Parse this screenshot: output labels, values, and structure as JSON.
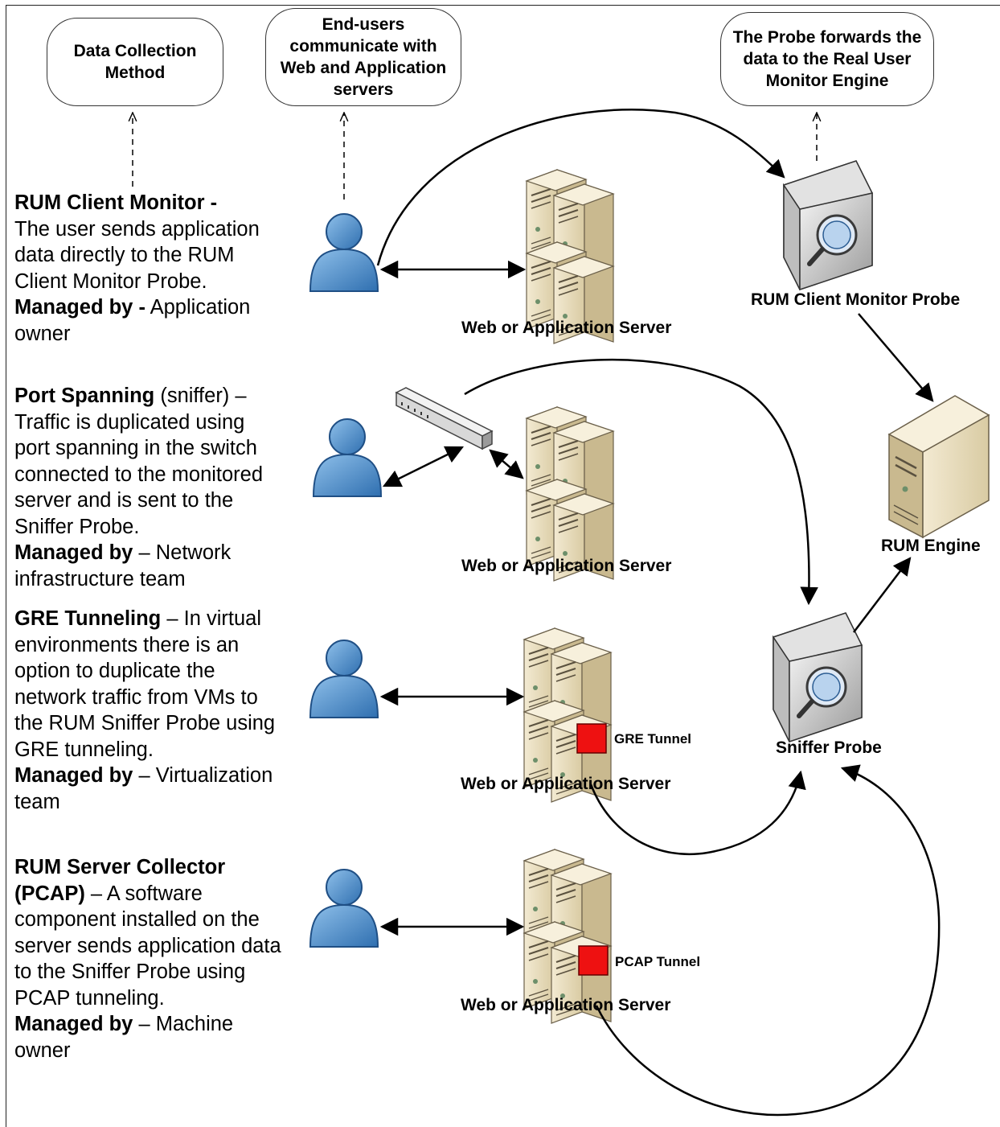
{
  "callouts": {
    "method": "Data Collection Method",
    "end_users": "End-users communicate with Web and Application servers",
    "probe_forwards": "The Probe forwards the data to the Real User Monitor Engine"
  },
  "methods": [
    {
      "title": "RUM Client Monitor -",
      "title_suffix": "",
      "body": "The user sends application data directly to the RUM Client Monitor Probe.",
      "managed_label": "Managed by -",
      "managed_value": "  Application owner"
    },
    {
      "title": "Port Spanning",
      "title_suffix": " (sniffer) –",
      "body": "Traffic is duplicated using port spanning in the switch connected to the monitored server and is sent to the Sniffer Probe.",
      "managed_label": "Managed by",
      "managed_value": " – Network infrastructure team"
    },
    {
      "title": "GRE Tunneling",
      "title_suffix": " – In virtual environments there is an option to duplicate the network traffic from VMs to the RUM Sniffer Probe using GRE tunneling.",
      "body": "",
      "managed_label": "Managed by",
      "managed_value": " – Virtualization team"
    },
    {
      "title": "RUM Server Collector (PCAP)",
      "title_suffix": "  – A software component installed on the server sends application data to the Sniffer Probe using PCAP tunneling.",
      "body": "",
      "managed_label": "Managed by",
      "managed_value": " – Machine owner"
    }
  ],
  "labels": {
    "server_1": "Web or Application Server",
    "server_2": "Web or Application Server",
    "server_3": "Web or Application Server",
    "server_4": "Web or Application Server",
    "client_probe": "RUM Client Monitor Probe",
    "engine": "RUM Engine",
    "sniffer_probe": "Sniffer Probe",
    "gre_tunnel": "GRE Tunnel",
    "pcap_tunnel": "PCAP Tunnel"
  },
  "colors": {
    "user_blue": "#4f8fcf",
    "server_beige": "#e8dcbc",
    "tunnel_red": "#ee1111"
  }
}
